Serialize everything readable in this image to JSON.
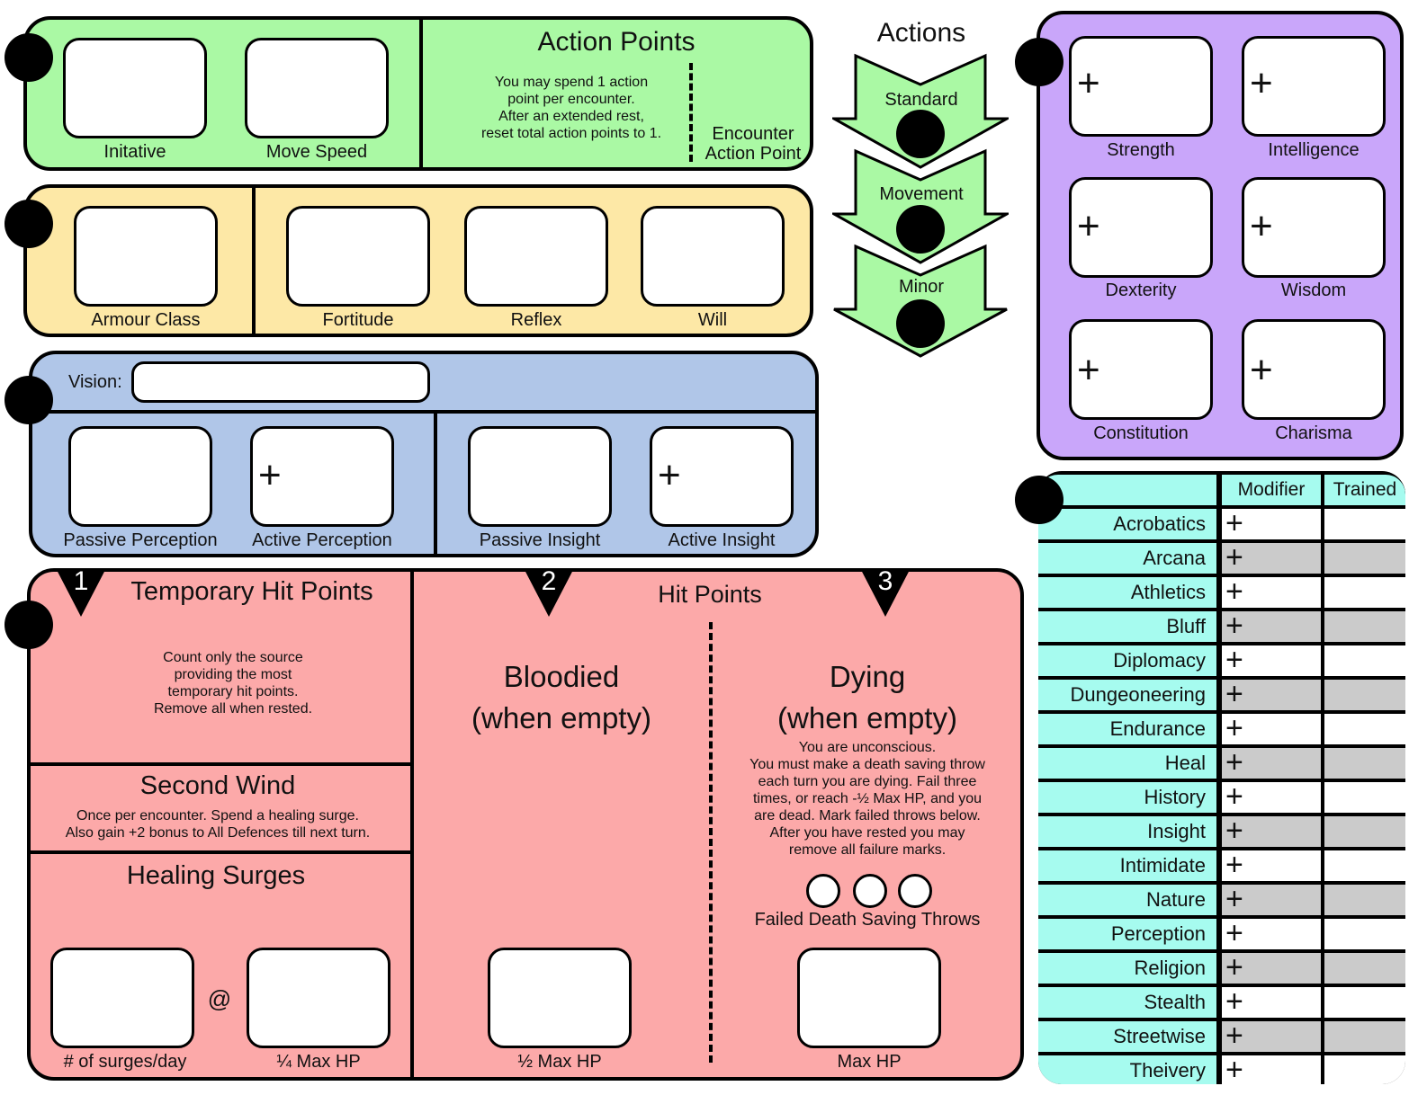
{
  "green_panel": {
    "initiative_label": "Initative",
    "move_speed_label": "Move Speed",
    "action_points_title": "Action Points",
    "action_points_text": [
      "You may spend 1 action",
      "point per encounter.",
      "After an extended rest,",
      "reset total action points to 1."
    ],
    "encounter_ap_label": [
      "Encounter",
      "Action Point"
    ]
  },
  "actions": {
    "title": "Actions",
    "items": [
      {
        "label": "Standard"
      },
      {
        "label": "Movement"
      },
      {
        "label": "Minor"
      }
    ],
    "color": "#aaf9a4"
  },
  "defenses": {
    "armour_class": "Armour Class",
    "fortitude": "Fortitude",
    "reflex": "Reflex",
    "will": "Will"
  },
  "senses": {
    "vision_label": "Vision:",
    "vision_value": "",
    "passive_perception": "Passive Perception",
    "active_perception": "Active Perception",
    "passive_insight": "Passive Insight",
    "active_insight": "Active Insight",
    "plus": "+"
  },
  "abilities": {
    "plus": "+",
    "items": [
      "Strength",
      "Intelligence",
      "Dexterity",
      "Wisdom",
      "Constitution",
      "Charisma"
    ]
  },
  "hit_points": {
    "temp_number": "1",
    "temp_title": "Temporary Hit Points",
    "temp_text": [
      "Count only the source",
      "providing the most",
      "temporary hit points.",
      "Remove all when rested."
    ],
    "second_wind_title": "Second Wind",
    "second_wind_text": [
      "Once per encounter. Spend a healing surge.",
      "Also gain +2 bonus to All Defences till next turn."
    ],
    "healing_surges_title": "Healing Surges",
    "surges_per_day_label": "# of surges/day",
    "at_symbol": "@",
    "quarter_hp_label": "¼ Max HP",
    "hp_number_2": "2",
    "hp_number_3": "3",
    "hp_title": "Hit Points",
    "bloodied_title": [
      "Bloodied",
      "(when empty)"
    ],
    "half_hp_label": "½ Max HP",
    "dying_title": [
      "Dying",
      "(when empty)"
    ],
    "dying_text": [
      "You are unconscious.",
      "You must make a death saving throw",
      "each turn you are dying. Fail three",
      "times, or reach -½ Max HP, and you",
      "are dead. Mark failed throws below.",
      "After you have rested you may",
      "remove all failure marks."
    ],
    "failed_saves_label": "Failed Death Saving Throws",
    "failed_saves_count": 3,
    "max_hp_label": "Max HP"
  },
  "skills": {
    "header_modifier": "Modifier",
    "header_trained": "Trained",
    "plus": "+",
    "items": [
      "Acrobatics",
      "Arcana",
      "Athletics",
      "Bluff",
      "Diplomacy",
      "Dungeoneering",
      "Endurance",
      "Heal",
      "History",
      "Insight",
      "Intimidate",
      "Nature",
      "Perception",
      "Religion",
      "Stealth",
      "Streetwise",
      "Theivery"
    ]
  },
  "colors": {
    "green": "#aaf9a4",
    "yellow": "#fde8a6",
    "blue": "#b0c6e8",
    "purple": "#c9a6fa",
    "red": "#fca9a9",
    "teal": "#a6fbef",
    "grey_row": "#cbcbcb"
  }
}
